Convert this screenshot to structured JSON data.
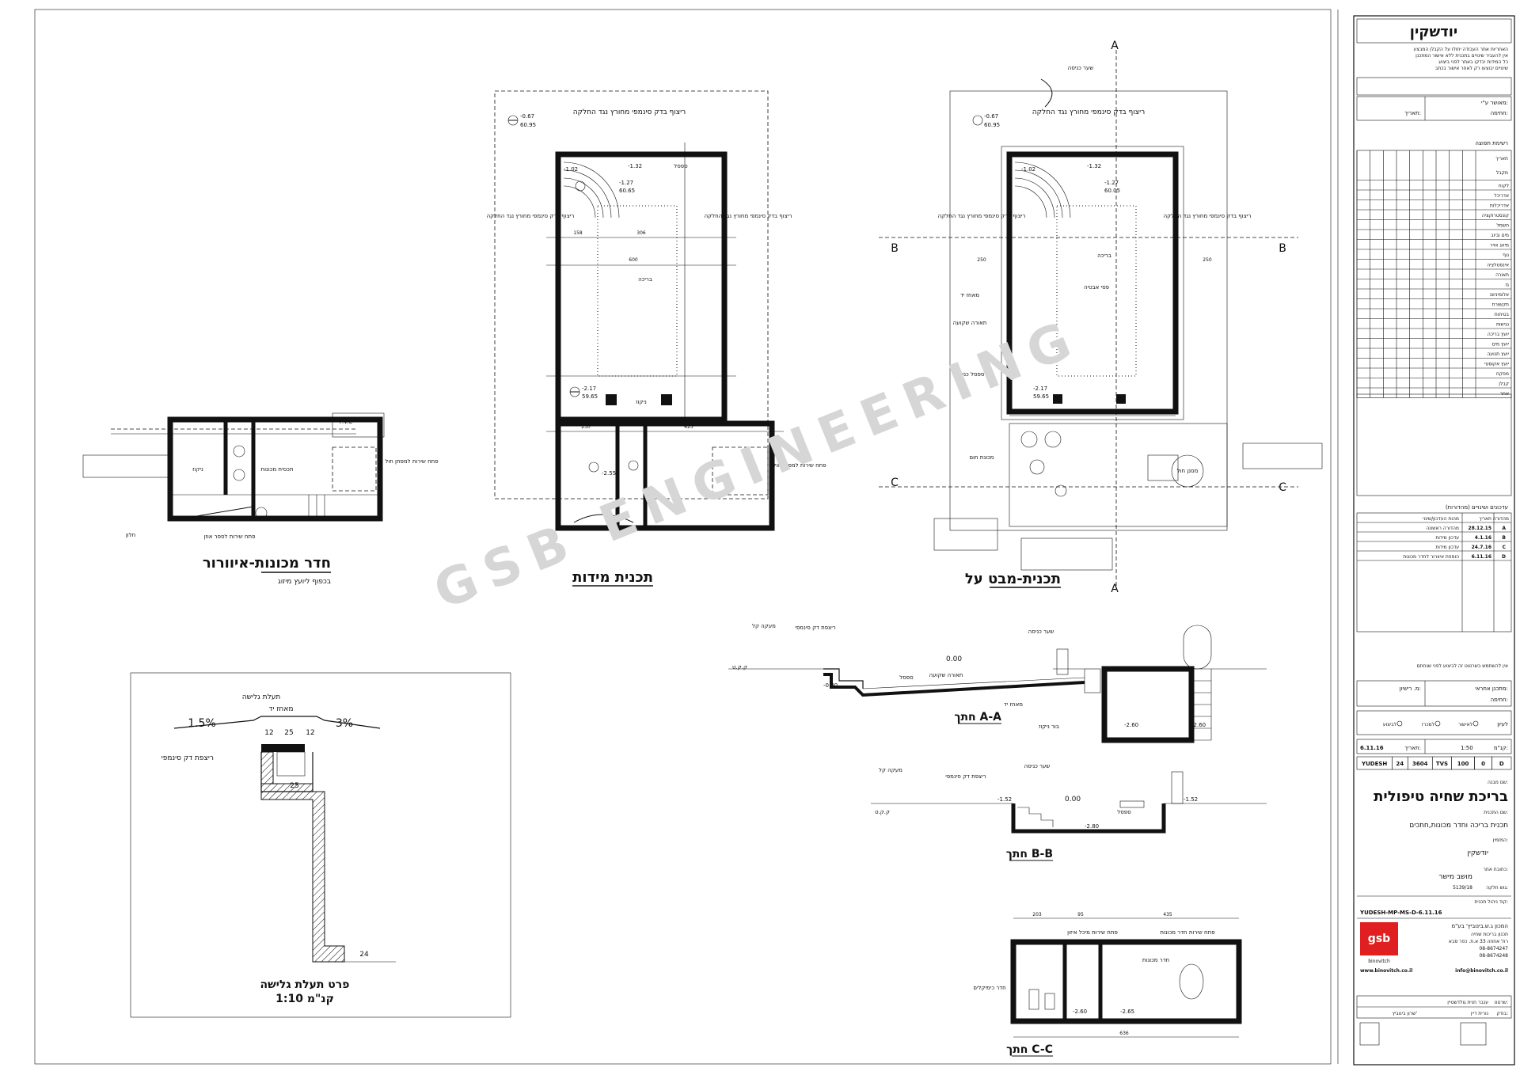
{
  "watermark": "GSB ENGINEERING",
  "plans": {
    "machine_room": {
      "title": "חדר מכונות-איוורור",
      "subtitle": "בכפוף ליועץ מיזוג",
      "labels": [
        "תכסית מכונות",
        "ניקוז",
        "פתח שירות למפתן חול",
        "פתח שירות לספר אוזן",
        "חלון"
      ]
    },
    "dimensions_plan": {
      "title": "תכנית מידות",
      "labels": [
        "ריצוף בדק סינמפי מחורץ נגד החלקה",
        "בריכה",
        "ספסל",
        "ניקוז",
        "פתח שירות למפתן חול"
      ],
      "levels": [
        "-0.67",
        "60.95",
        "-1.32",
        "-1.02",
        "-1.27",
        "60.65",
        "-2.17",
        "59.65",
        "-2.55"
      ],
      "dims": [
        "600",
        "306",
        "158",
        "425",
        "230"
      ]
    },
    "top_view": {
      "title": "תכנית-מבט על",
      "labels": [
        "ריצוף בדק סינמפי מחורץ נגד החלקה",
        "שער כניסה",
        "בריכה",
        "מאחז יד",
        "תאורה שקועה",
        "פסי אבטיה",
        "ספסל כניסה",
        "מכונת חום",
        "מסנן חול"
      ],
      "levels": [
        "-0.67",
        "60.95",
        "-1.32",
        "-1.02",
        "-1.27",
        "60.05",
        "-2.17",
        "59.65"
      ],
      "section_marks": [
        "A",
        "B",
        "C"
      ],
      "dims": [
        "250",
        "250"
      ]
    },
    "detail": {
      "title": "פרט תעלת גלישה",
      "scale": "1:10 קנ\"מ",
      "labels": [
        "מאחז יד",
        "תעלת גלישה",
        "ריצפת דק סינמפי"
      ],
      "slopes": [
        "1.5%",
        "3%"
      ],
      "dims": [
        "12",
        "25",
        "12",
        "25",
        "24"
      ]
    },
    "section_aa": {
      "title": "חתך A-A",
      "labels": [
        "מעקה קל",
        "שער כניסה",
        "ריצפת דק סינמפי",
        "ספסל",
        "מאחז יד",
        "תאורה שקועה",
        "בור ניקוז"
      ],
      "levels": [
        "0.00",
        "-0.80",
        "-2.60",
        "-2.60",
        "ק.ק.ט"
      ]
    },
    "section_bb": {
      "title": "חתך B-B",
      "labels": [
        "מעקה קל",
        "שער כניסה",
        "ריצפת דק סינמפי",
        "ספסל"
      ],
      "levels": [
        "0.00",
        "-1.52",
        "-1.52",
        "-2.80",
        "ק.ק.ט"
      ]
    },
    "section_cc": {
      "title": "חתך C-C",
      "labels": [
        "פתח שירות מיכל איזון",
        "פתח שירות חדר מכונות",
        "חדר כימיקלים",
        "חדר מכונות"
      ],
      "dims": [
        "203",
        "95",
        "435",
        "636"
      ],
      "levels": [
        "-2.60",
        "-2.65"
      ]
    }
  },
  "title_block": {
    "company_top": "יודשקין",
    "fine_print": [
      "האחריות אתר העבודה יחולו על הקבלן המבצע",
      "אין להעביר שינויים בתכנית ללא אישור המתכנן",
      "כל המידות יבדקו באתר לפני ביצוע",
      "שינויים יבוצעו רק לאחר אישור בכתב"
    ],
    "approval_label": "מאושר ע\"י:",
    "signature_label": "חתימה:",
    "date_label": "תאריך:",
    "permits_title": "רשימת תפוצה",
    "distribution": [
      {
        "label": "לקוח"
      },
      {
        "label": "אדריכל"
      },
      {
        "label": "אדריכלות"
      },
      {
        "label": "קונסטרוקציה"
      },
      {
        "label": "חשמל"
      },
      {
        "label": "מים וביוב"
      },
      {
        "label": "מיזוג אויר"
      },
      {
        "label": "נוף"
      },
      {
        "label": "אינסטלציה"
      },
      {
        "label": "תאורה"
      },
      {
        "label": "גז"
      },
      {
        "label": "אלומיניום"
      },
      {
        "label": "תקשורת"
      },
      {
        "label": "בטיחות"
      },
      {
        "label": "נגישות"
      },
      {
        "label": "יועץ בריכה"
      },
      {
        "label": "יועץ מים"
      },
      {
        "label": "יועץ תנועה"
      },
      {
        "label": "יועץ אקוסטי"
      },
      {
        "label": "מפקח"
      },
      {
        "label": "קבלן"
      },
      {
        "label": "אחר"
      }
    ],
    "distribution_headers": [
      "תאריך",
      "מקבל"
    ],
    "revisions_title": "עדכונים ושינויים (מהדורות)",
    "revisions_headers": [
      "מהדורה",
      "תאריך",
      "מהות העדכון/שינוי"
    ],
    "revisions": [
      {
        "rev": "A",
        "date": "28.12.15",
        "desc": "מהדורה ראשונה"
      },
      {
        "rev": "B",
        "date": "4.1.16",
        "desc": "עדכון מידות"
      },
      {
        "rev": "C",
        "date": "24.7.16",
        "desc": "עדכון מידות"
      },
      {
        "rev": "D",
        "date": "6.11.16",
        "desc": "הוספת איוורור לחדר מכונות"
      }
    ],
    "notice": "אין להשתמש בשרטוט זה לביצוע לפני שנחתם",
    "responsible_label": "מתכנן אחראי:",
    "permit_no_label": "מ. רישיון:",
    "signature2_label": "חתימה:",
    "status_options": [
      {
        "label": "לאישור",
        "selected": true
      },
      {
        "label": "למכרז",
        "selected": false
      },
      {
        "label": "לביצוע",
        "selected": false
      }
    ],
    "status_label": "לעיון",
    "scale_label": "קנ\"מ:",
    "scale_value": "1:50",
    "date2_label": "תאריך:",
    "date2_value": "6.11.16",
    "code_row": [
      "YUDESH",
      "24",
      "3604",
      "TVS",
      "100",
      "0",
      "D"
    ],
    "subject_label": "שם מבנה:",
    "subject_value": "בריכת שחיה טיפולית",
    "drawing_label": "שם התכנית:",
    "drawing_value": "תכנית בריכה וחדר מכונות,חתכים",
    "client_label": "המזמין:",
    "client_value": "יודשקין",
    "address_label": "כתובת אתר:",
    "address_value": "מושב מישר",
    "lot_label": "גוש חלקה:",
    "lot_value": "5139/18",
    "file_label": "קוד ניהול תכנית:",
    "file_value": "YUDESH-MP-MS-D-6.11.16",
    "firm_name": "המכון ג.ש.בינוביץ' בע\"מ",
    "firm_sub": "תכנון בריכות שחיה",
    "firm_address": "רח' אחוזה 33 א.ת. כפר סבא",
    "firm_phone": "08-8674247",
    "firm_fax": "08-8674248",
    "logo_text": "gsb",
    "logo_sub": "binovitch",
    "website": "www.binovitch.co.il",
    "email": "info@binovitch.co.il",
    "drawn_label": "שרטט:",
    "drawn_value": "ענבר חנית גולדשטיין",
    "checked_label": "בודק:",
    "checked_value": "נורית דיין",
    "approved_value": "שרון בינוביץ'"
  }
}
